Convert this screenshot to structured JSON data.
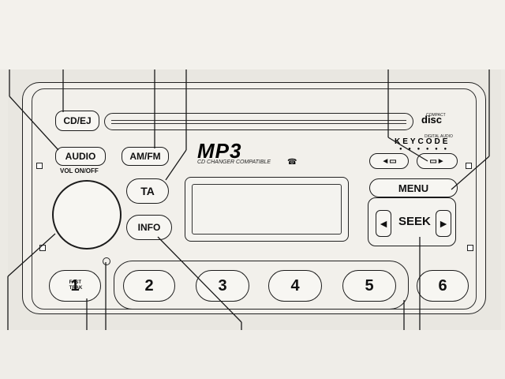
{
  "radio": {
    "buttons": {
      "cd_ej": "CD/EJ",
      "audio": "AUDIO",
      "am_fm": "AM/FM",
      "ta": "TA",
      "info": "INFO",
      "menu": "MENU",
      "seek": "SEEK",
      "folder_prev": "◄▭",
      "folder_next": "▭►",
      "seek_prev": "◄",
      "seek_next": "►"
    },
    "vol_label": "VOL ON/OFF",
    "brand_mp3": "MP3",
    "cd_changer_text": "CD CHANGER COMPATIBLE",
    "phone_symbol": "☎",
    "disc_logo": {
      "top": "COMPACT",
      "main": "disc",
      "sub": "DIGITAL AUDIO"
    },
    "keycode_label": "KEYCODE",
    "keycode_dots": "● ● ● ● ● ●",
    "presets": [
      {
        "num": "1",
        "extra_top": "FAST",
        "extra_bottom": "TRAK"
      },
      {
        "num": "2"
      },
      {
        "num": "3"
      },
      {
        "num": "4"
      },
      {
        "num": "5"
      },
      {
        "num": "6"
      }
    ]
  },
  "colors": {
    "line": "#1b1b1b",
    "background": "#eceae4",
    "button_fill": "#f7f6f2"
  }
}
